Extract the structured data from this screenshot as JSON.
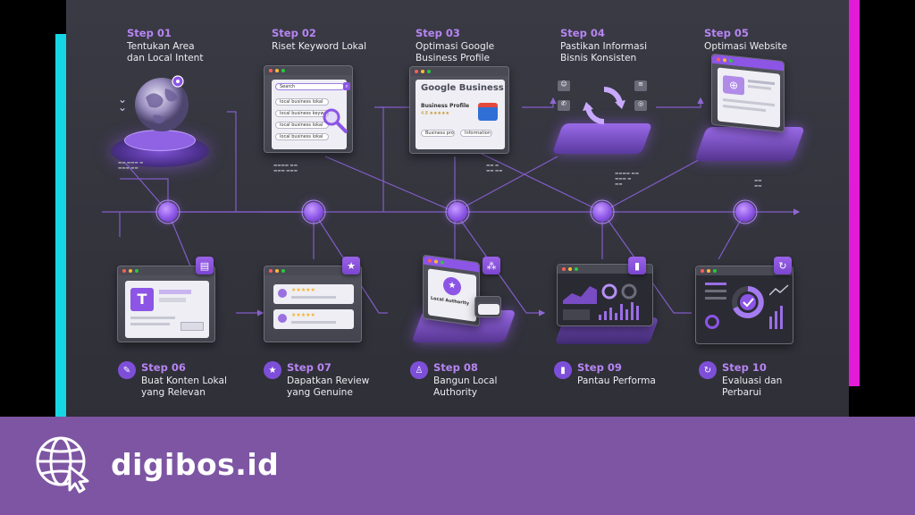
{
  "steps_top": [
    {
      "num": "Step 01",
      "title": "Tentukan Area\ndan Local Intent"
    },
    {
      "num": "Step 02",
      "title": "Riset Keyword Lokal"
    },
    {
      "num": "Step 03",
      "title": "Optimasi Google\nBusiness Profile"
    },
    {
      "num": "Step 04",
      "title": "Pastikan Informasi\nBisnis Konsisten"
    },
    {
      "num": "Step 05",
      "title": "Optimasi Website"
    }
  ],
  "steps_bottom": [
    {
      "num": "Step 06",
      "title": "Buat Konten Lokal\nyang Relevan",
      "icon": "✎"
    },
    {
      "num": "Step 07",
      "title": "Dapatkan Review\nyang Genuine",
      "icon": "★"
    },
    {
      "num": "Step 08",
      "title": "Bangun Local\nAuthority",
      "icon": "♙"
    },
    {
      "num": "Step 09",
      "title": "Pantau Performa",
      "icon": "▮"
    },
    {
      "num": "Step 10",
      "title": "Evaluasi dan\nPerbarui",
      "icon": "↻"
    }
  ],
  "keyword": {
    "search": "Search",
    "items": [
      "local business lokal",
      "local business keyword",
      "local business lokal",
      "local business lokal"
    ]
  },
  "gbp": {
    "brand": "Google Business",
    "label": "Business Profile",
    "rating": "4.8 ★★★★★",
    "chip1": "Business profile",
    "chip2": "Information"
  },
  "authority_label": "Local Authority",
  "content_letter": "T",
  "review_stars": "★★★★★",
  "footer": {
    "brand": "digibos.id"
  },
  "colors": {
    "accent": "#8c55e6",
    "cyan": "#16d6e6",
    "magenta": "#e21bd9",
    "footer": "#7d55a3"
  }
}
